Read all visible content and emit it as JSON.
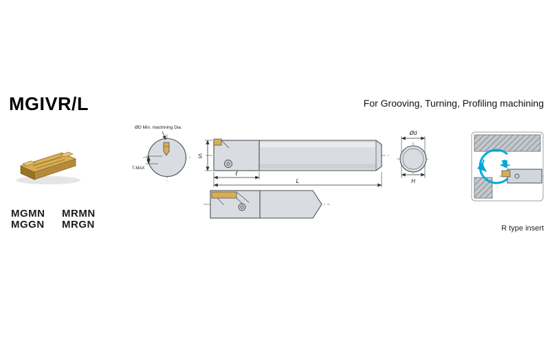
{
  "header": {
    "title": "MGIVR/L",
    "subtitle": "For Grooving, Turning, Profiling machining"
  },
  "insert_codes": {
    "row1": [
      "MGMN",
      "MRMN"
    ],
    "row2": [
      "MGGN",
      "MRGN"
    ]
  },
  "labels": {
    "min_dia": "ØD Min. machining Dia.",
    "tmax": "T-MAX",
    "s": "S",
    "l_small": "ℓ",
    "l_big": "L",
    "d_small": "Ød",
    "h": "H"
  },
  "right_panel": {
    "caption": "R type insert"
  },
  "colors": {
    "insert_gold": "#d8ae55",
    "steel": "#d9dde1",
    "outline": "#4a4f55",
    "accent_blue": "#00a8d8"
  }
}
